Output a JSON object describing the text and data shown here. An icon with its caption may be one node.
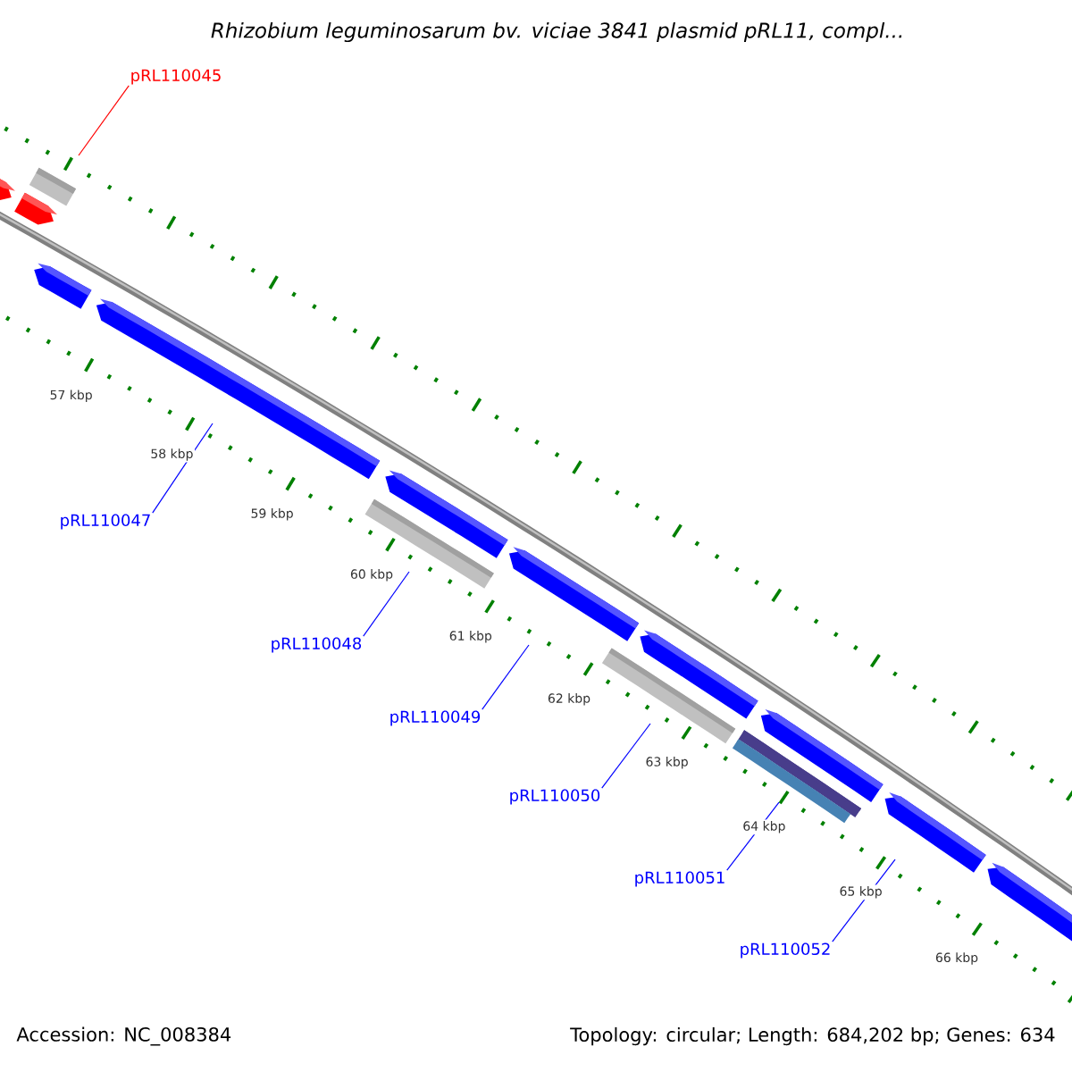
{
  "diagram": {
    "title": "Rhizobium leguminosarum bv. viciae 3841 plasmid pRL11, compl...",
    "nodes": [
      {
        "text": [
          "pRL110045"
        ]
      },
      {
        "text": [
          "pRL110047"
        ]
      },
      {
        "text": [
          "pRL110048"
        ]
      },
      {
        "text": [
          "pRL110049"
        ]
      },
      {
        "text": [
          "pRL110050"
        ]
      },
      {
        "text": [
          "pRL110051"
        ]
      },
      {
        "text": [
          "pRL110052"
        ]
      }
    ],
    "edges": [
      {
        "from": 0,
        "to": null,
        "arrow": "none",
        "color": "#ff0000"
      },
      {
        "from": 1,
        "to": null,
        "arrow": "none"
      },
      {
        "from": 2,
        "to": null,
        "arrow": "none"
      },
      {
        "from": 3,
        "to": null,
        "arrow": "none"
      },
      {
        "from": 4,
        "to": null,
        "arrow": "none"
      },
      {
        "from": 5,
        "to": null,
        "arrow": "none"
      },
      {
        "from": 6,
        "to": null,
        "arrow": "none"
      }
    ],
    "labels": [
      "57 kbp",
      "58 kbp",
      "59 kbp",
      "60 kbp",
      "61 kbp",
      "62 kbp",
      "63 kbp",
      "64 kbp",
      "65 kbp",
      "66 kbp",
      "Accession: NC_008384",
      "Topology: circular; Length: 684,202 bp; Genes: 634"
    ]
  }
}
